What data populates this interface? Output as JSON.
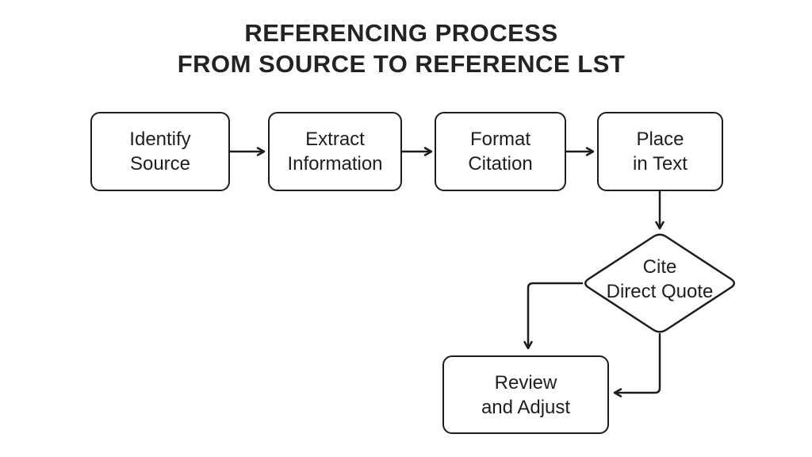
{
  "title": {
    "line1": "REFERENCING PROCESS",
    "line2": "FROM SOURCE TO REFERENCE LST"
  },
  "nodes": {
    "identify_source": {
      "label": "Identify\nSource",
      "shape": "process"
    },
    "extract_information": {
      "label": "Extract\nInformation",
      "shape": "process"
    },
    "format_citation": {
      "label": "Format\nCitation",
      "shape": "process"
    },
    "place_in_text": {
      "label": "Place\nin Text",
      "shape": "process"
    },
    "cite_direct_quote": {
      "label": "Cite\nDirect Quote",
      "shape": "decision"
    },
    "review_and_adjust": {
      "label": "Review\nand Adjust",
      "shape": "process"
    }
  },
  "edges": [
    {
      "from": "identify_source",
      "to": "extract_information",
      "route": "right"
    },
    {
      "from": "extract_information",
      "to": "format_citation",
      "route": "right"
    },
    {
      "from": "format_citation",
      "to": "place_in_text",
      "route": "right"
    },
    {
      "from": "place_in_text",
      "to": "cite_direct_quote",
      "route": "down"
    },
    {
      "from": "cite_direct_quote",
      "to": "review_and_adjust",
      "route": "left-then-down"
    },
    {
      "from": "cite_direct_quote",
      "to": "review_and_adjust",
      "route": "down-then-left"
    }
  ],
  "colors": {
    "line": "#1d1d1f",
    "text": "#1e1e20",
    "title_text": "#232326",
    "node_fill": "#ffffff",
    "background": "#ffffff"
  }
}
